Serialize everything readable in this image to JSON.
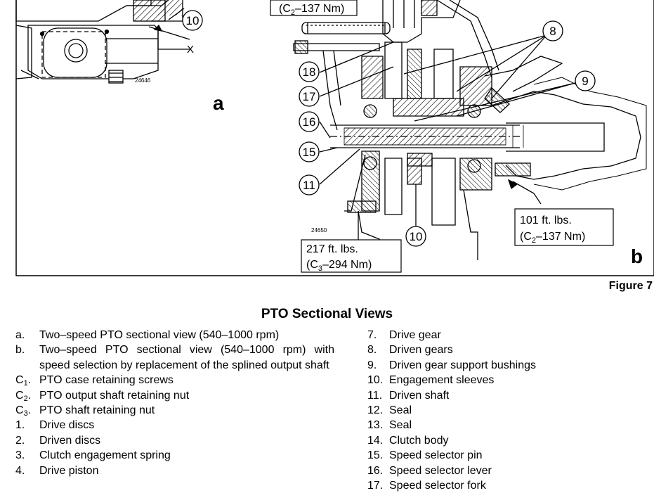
{
  "figure": {
    "panel_a_label": "a",
    "panel_b_label": "b",
    "figure_number": "Figure 7",
    "ref_a": "24646",
    "ref_b": "24650",
    "x_mark": "X",
    "callouts": [
      "10",
      "8",
      "9",
      "18",
      "17",
      "16",
      "15",
      "11",
      "10"
    ],
    "torque_top": {
      "line2_prefix": "(C",
      "sub": "2",
      "line2_suffix": "–137 Nm)"
    },
    "torque_right": {
      "line1": "101 ft. lbs.",
      "line2_prefix": "(C",
      "sub": "2",
      "line2_suffix": "–137 Nm)"
    },
    "torque_bottom": {
      "line1": "217 ft. lbs.",
      "line2_prefix": "(C",
      "sub": "3",
      "line2_suffix": "–294 Nm)"
    }
  },
  "title": "PTO Sectional Views",
  "legend_left": [
    {
      "key": "a.",
      "text": "Two–speed PTO sectional view (540–1000 rpm)"
    },
    {
      "key": "b.",
      "text": "Two–speed PTO sectional view (540–1000 rpm) with speed selection by replacement of the splined output shaft"
    },
    {
      "key_main": "C",
      "key_sub": "1",
      "key_dot": ".",
      "text": "PTO case retaining screws"
    },
    {
      "key_main": "C",
      "key_sub": "2",
      "key_dot": ".",
      "text": "PTO output shaft retaining nut"
    },
    {
      "key_main": "C",
      "key_sub": "3",
      "key_dot": ".",
      "text": "PTO shaft retaining nut"
    },
    {
      "key": "1.",
      "text": "Drive discs"
    },
    {
      "key": "2.",
      "text": "Driven discs"
    },
    {
      "key": "3.",
      "text": "Clutch engagement spring"
    },
    {
      "key": "4.",
      "text": "Drive piston"
    }
  ],
  "legend_right": [
    {
      "key": "7.",
      "text": "Drive gear"
    },
    {
      "key": "8.",
      "text": "Driven gears"
    },
    {
      "key": "9.",
      "text": "Driven gear support bushings"
    },
    {
      "key": "10.",
      "text": "Engagement sleeves"
    },
    {
      "key": "11.",
      "text": "Driven shaft"
    },
    {
      "key": "12.",
      "text": "Seal"
    },
    {
      "key": "13.",
      "text": "Seal"
    },
    {
      "key": "14.",
      "text": "Clutch body"
    },
    {
      "key": "15.",
      "text": "Speed selector pin"
    },
    {
      "key": "16.",
      "text": "Speed selector lever"
    },
    {
      "key": "17.",
      "text": "Speed selector fork"
    }
  ]
}
